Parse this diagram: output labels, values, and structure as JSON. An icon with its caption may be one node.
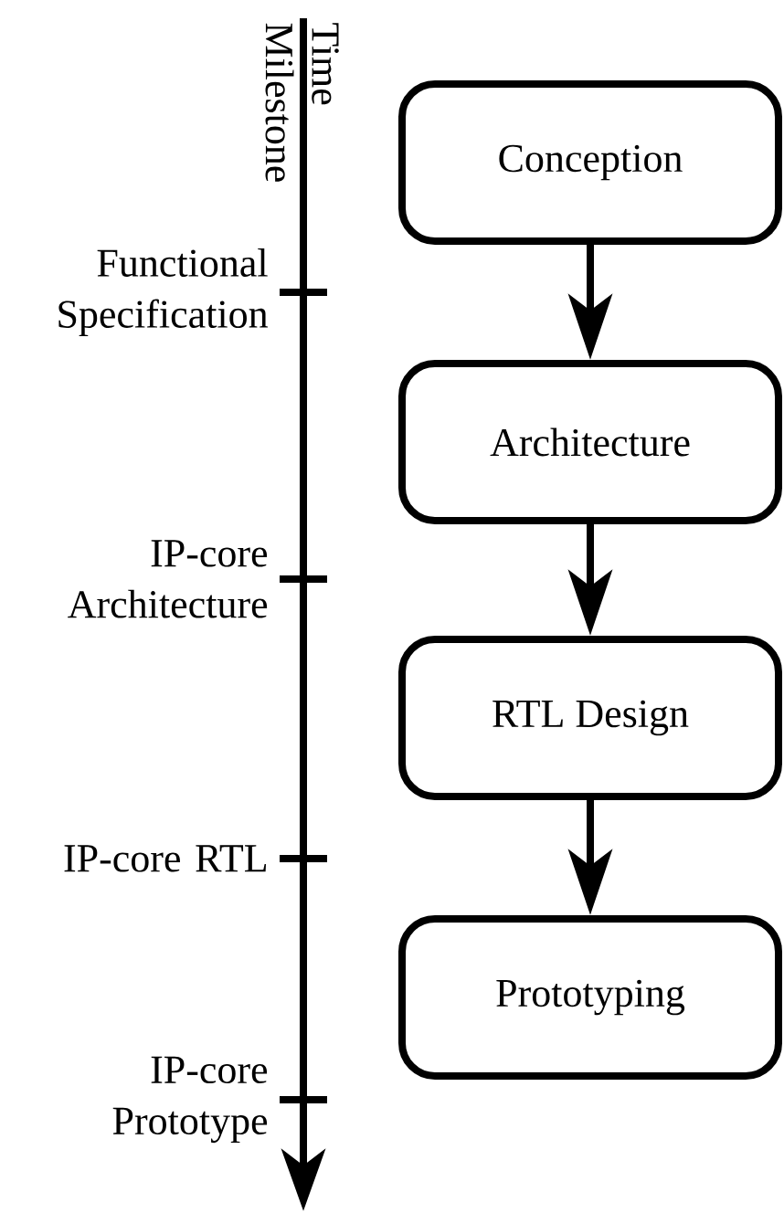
{
  "diagram": {
    "nodes": [
      {
        "text": [
          "Conception"
        ]
      },
      {
        "text": [
          "Architecture"
        ]
      },
      {
        "text": [
          "RTL Design"
        ]
      },
      {
        "text": [
          "Prototyping"
        ]
      }
    ],
    "edges": [
      {
        "from": 0,
        "to": 1,
        "arrow": "to"
      },
      {
        "from": 1,
        "to": 2,
        "arrow": "to"
      },
      {
        "from": 2,
        "to": 3,
        "arrow": "to"
      }
    ],
    "labels": [
      "Time",
      "Milestone",
      "Functional Specification",
      "IP-core Architecture",
      "IP-core RTL",
      "IP-core Prototype"
    ]
  }
}
